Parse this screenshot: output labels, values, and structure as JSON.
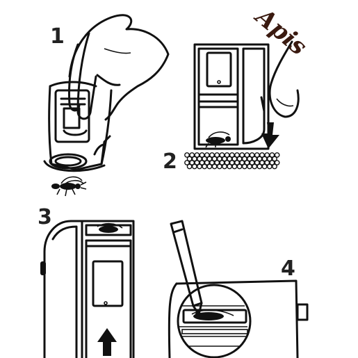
{
  "brand": {
    "text": "Apis"
  },
  "steps": [
    {
      "label": "1"
    },
    {
      "label": "2"
    },
    {
      "label": "3"
    },
    {
      "label": "4"
    }
  ]
}
